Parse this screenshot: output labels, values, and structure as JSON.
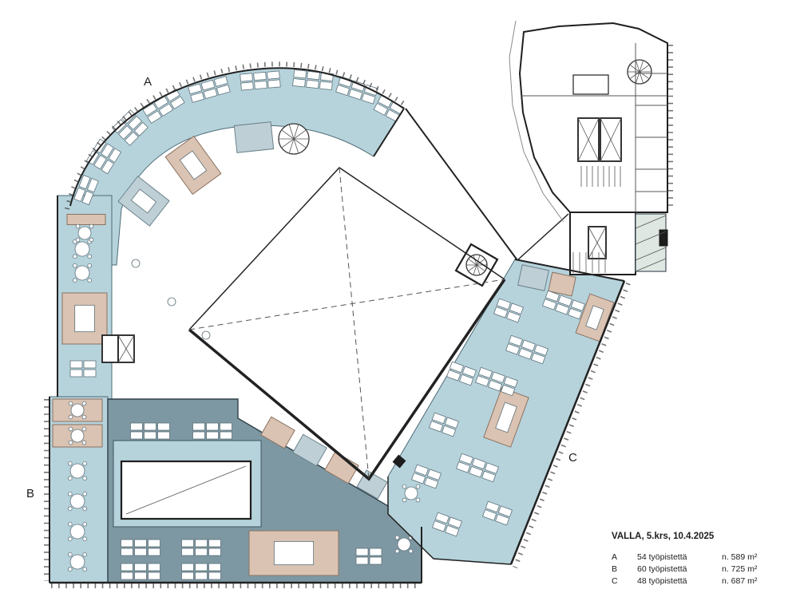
{
  "plan": {
    "labels": {
      "a": "A",
      "b": "B",
      "c": "C"
    }
  },
  "legend": {
    "title": "VALLA, 5.krs, 10.4.2025",
    "rows": [
      {
        "section": "A",
        "workstations": "54 työpistettä",
        "area": "n. 589 m²"
      },
      {
        "section": "B",
        "workstations": "60 työpistettä",
        "area": "n. 725 m²"
      },
      {
        "section": "C",
        "workstations": "48 työpistettä",
        "area": "n. 687 m²"
      }
    ]
  },
  "colors": {
    "open_office": "#b6d3dc",
    "dense_office": "#7e98a3",
    "meeting_room": "#dac3b2",
    "secondary_room": "#becfd6",
    "wall": "#222222"
  }
}
